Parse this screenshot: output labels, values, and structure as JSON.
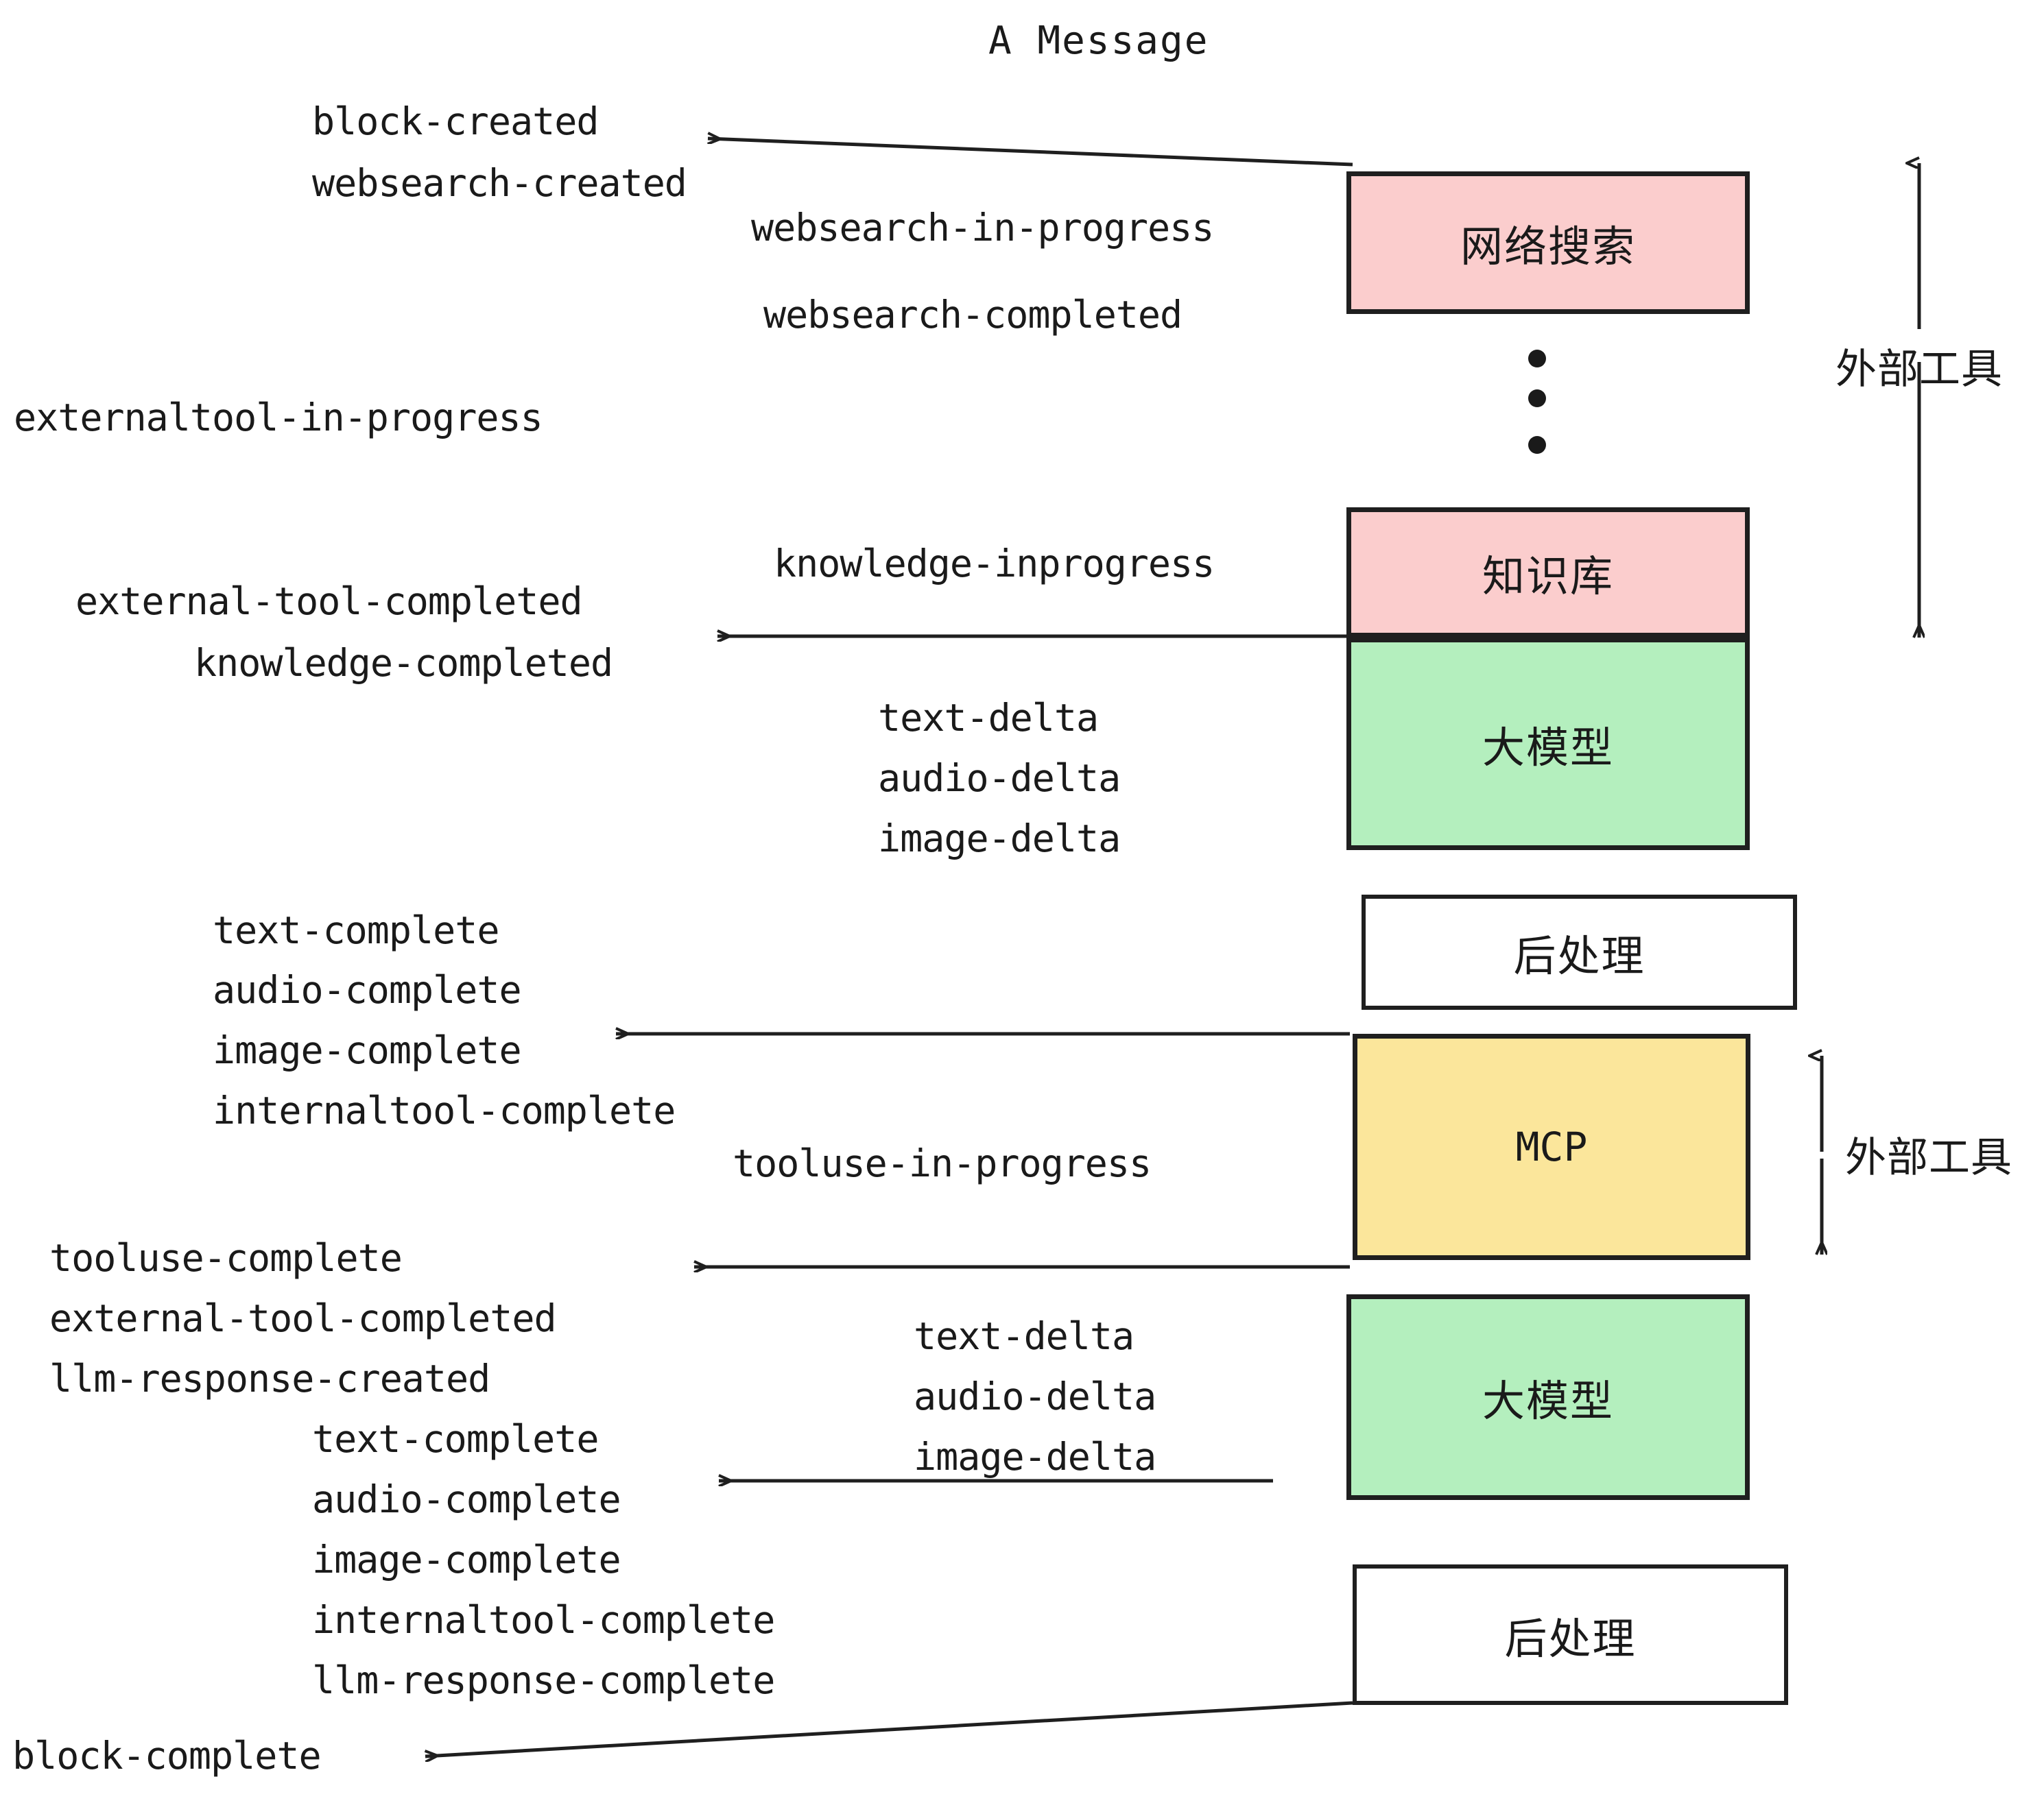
{
  "title": "A Message",
  "events": {
    "block_created": "block-created",
    "websearch_created": "websearch-created",
    "websearch_in_progress": "websearch-in-progress",
    "websearch_completed": "websearch-completed",
    "externaltool_in_progress": "externaltool-in-progress",
    "knowledge_inprogress": "knowledge-inprogress",
    "external_tool_completed_1": "external-tool-completed",
    "knowledge_completed": "knowledge-completed",
    "text_delta_1": "text-delta",
    "audio_delta_1": "audio-delta",
    "image_delta_1": "image-delta",
    "text_complete_1": "text-complete",
    "audio_complete_1": "audio-complete",
    "image_complete_1": "image-complete",
    "internaltool_complete_1": "internaltool-complete",
    "tooluse_in_progress": "tooluse-in-progress",
    "tooluse_complete": "tooluse-complete",
    "external_tool_completed_2": "external-tool-completed",
    "llm_response_created": "llm-response-created",
    "text_delta_2": "text-delta",
    "audio_delta_2": "audio-delta",
    "image_delta_2": "image-delta",
    "text_complete_2": "text-complete",
    "audio_complete_2": "audio-complete",
    "image_complete_2": "image-complete",
    "internaltool_complete_2": "internaltool-complete",
    "llm_response_complete": "llm-response-complete",
    "block_complete": "block-complete"
  },
  "nodes": {
    "websearch": "网络搜索",
    "knowledge": "知识库",
    "llm_1": "大模型",
    "postprocess_1": "后处理",
    "mcp": "MCP",
    "llm_2": "大模型",
    "postprocess_2": "后处理"
  },
  "annotations": {
    "external_tool_upper": "外部工具",
    "external_tool_lower": "外部工具"
  },
  "colors": {
    "pink": "#fbcdcd",
    "green": "#b4efbe",
    "yellow": "#fbe69b",
    "white": "#ffffff",
    "stroke": "#1f1f1f",
    "text": "#1a1a1a",
    "background": "#ffffff"
  }
}
